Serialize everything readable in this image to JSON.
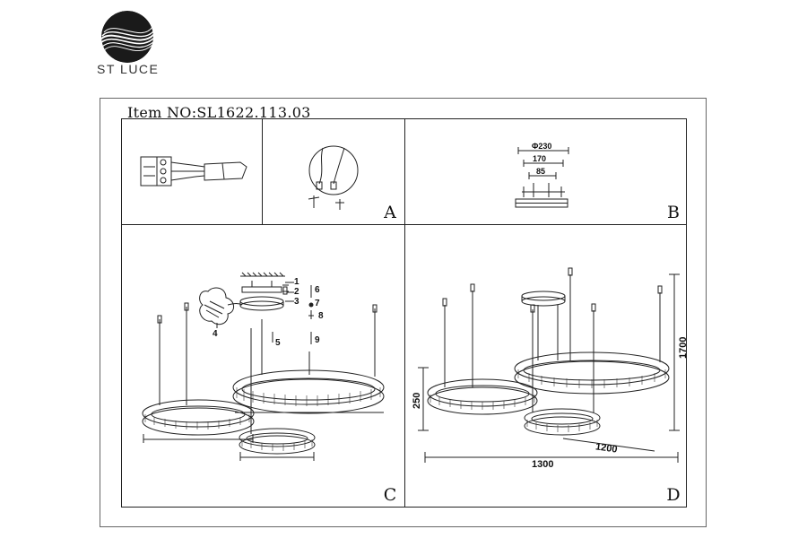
{
  "brand": {
    "name": "ST LUCE",
    "logo_icon": "swirl-logo-icon"
  },
  "item_number": "Item NO:SL1622.113.03",
  "panels": {
    "a": {
      "letter": "A"
    },
    "b": {
      "letter": "B",
      "dimensions": {
        "diameter": "Φ230",
        "width": "170",
        "inner": "85"
      }
    },
    "c": {
      "letter": "C",
      "callouts": [
        "1",
        "2",
        "3",
        "4",
        "5",
        "6",
        "7",
        "8",
        "9"
      ]
    },
    "d": {
      "letter": "D",
      "dimensions": {
        "height_total": "1700",
        "ring_height": "250",
        "depth": "1200",
        "width": "1300"
      }
    }
  },
  "colors": {
    "line": "#222222",
    "frame": "#555555"
  }
}
